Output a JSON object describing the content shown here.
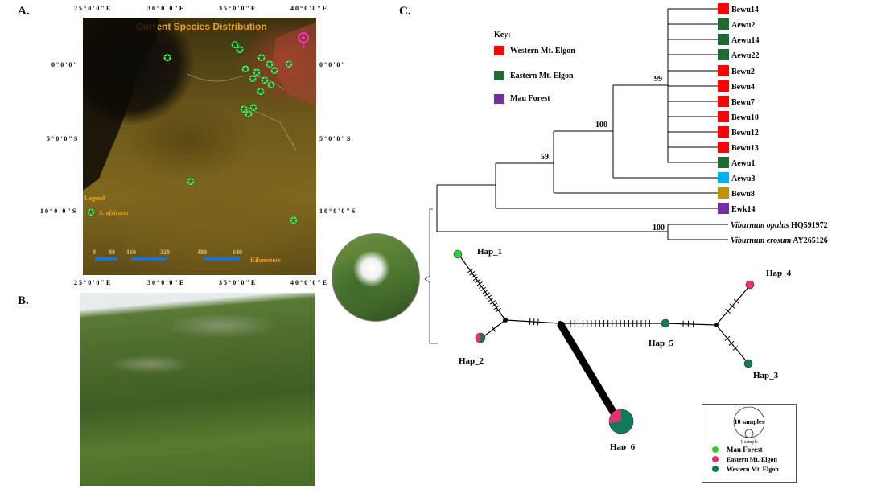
{
  "panels": {
    "a": "A.",
    "b": "B.",
    "c": "C."
  },
  "map": {
    "title": "Current Species Distribution",
    "top_ticks": [
      "2 5 ° 0 ' 0 \" E",
      "3 0 ° 0 ' 0 \" E",
      "3 5 ° 0 ' 0 \" E",
      "4 0 ° 0 ' 0 \" E"
    ],
    "bottom_ticks": [
      "2 5 ° 0 ' 0 \" E",
      "3 0 ° 0 ' 0 \" E",
      "3 5 ° 0 ' 0 \" E",
      "4 0 ° 0 ' 0 \" E"
    ],
    "left_ticks": [
      "0 ° 0 ' 0 \"",
      "5 ° 0 ' 0 \" S",
      "1 0 ° 0 ' 0 \" S"
    ],
    "right_ticks": [
      "0 ° 0 ' 0 \"",
      "5 ° 0 ' 0 \" S",
      "1 0 ° 0 ' 0 \" S"
    ],
    "legend_title": "Legend",
    "legend_species": "S. africana",
    "scale_values": [
      "0",
      "80",
      "160",
      "320",
      "480",
      "640"
    ],
    "scale_unit": "Kilometers"
  },
  "key": {
    "title": "Key:",
    "items": [
      {
        "label": "Western Mt. Elgon",
        "color": "#ff0000"
      },
      {
        "label": "Eastern Mt. Elgon",
        "color": "#1f6b35"
      },
      {
        "label": "Mau Forest",
        "color": "#7030a0"
      }
    ]
  },
  "tree": {
    "bootstrap": [
      "99",
      "100",
      "59",
      "100"
    ],
    "taxa": [
      {
        "name": "Bewu14",
        "color": "#ff0000"
      },
      {
        "name": "Aewu2",
        "color": "#1f6b35"
      },
      {
        "name": "Aewu14",
        "color": "#1f6b35"
      },
      {
        "name": "Aewu22",
        "color": "#1f6b35"
      },
      {
        "name": "Bewu2",
        "color": "#ff0000"
      },
      {
        "name": "Bewu4",
        "color": "#ff0000"
      },
      {
        "name": "Bewu7",
        "color": "#ff0000"
      },
      {
        "name": "Bewu10",
        "color": "#ff0000"
      },
      {
        "name": "Bewu12",
        "color": "#ff0000"
      },
      {
        "name": "Bewu13",
        "color": "#ff0000"
      },
      {
        "name": "Aewu1",
        "color": "#1f6b35"
      },
      {
        "name": "Aewu3",
        "color": "#00b0f0"
      },
      {
        "name": "Bewu8",
        "color": "#bf9000"
      },
      {
        "name": "Ewk14",
        "color": "#7030a0"
      }
    ],
    "outgroups": [
      {
        "species": "Viburnum opulus",
        "accession": "HQ591972"
      },
      {
        "species": "Viburnum erosum",
        "accession": "AY265126"
      }
    ]
  },
  "network": {
    "haplotypes": [
      "Hap_1",
      "Hap_2",
      "Hap_3",
      "Hap_4",
      "Hap_5",
      "Hap_6"
    ],
    "legend": {
      "size_large": "10 samples",
      "size_small": "1 sample",
      "items": [
        {
          "label": "Mau Forest",
          "color": "#33cc33"
        },
        {
          "label": "Eastern Mt. Elgon",
          "color": "#e8306e"
        },
        {
          "label": "Western Mt. Elgon",
          "color": "#0f7a5c"
        }
      ]
    }
  },
  "colors": {
    "mau_forest": "#33cc33",
    "eastern_elgon": "#e8306e",
    "western_elgon": "#0f7a5c",
    "map_title": "#e7a21b",
    "star": "#3ee85a",
    "scale_bar": "#1e6fd6"
  }
}
